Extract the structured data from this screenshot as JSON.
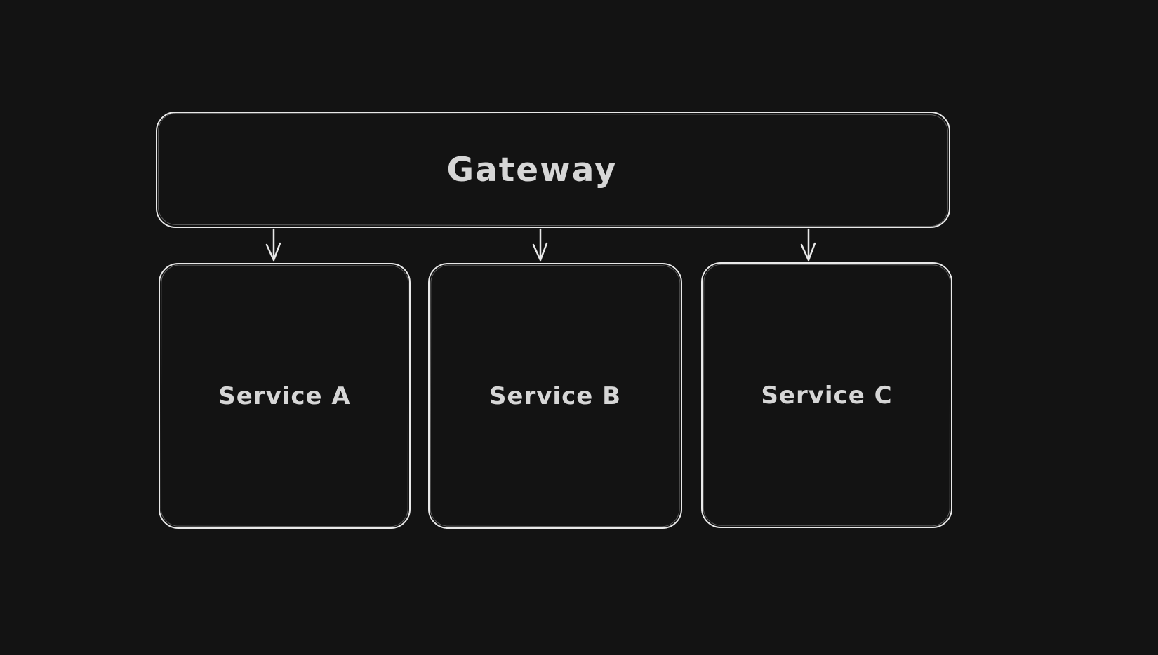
{
  "theme": {
    "canvas_bg": "#131313",
    "stroke": "#e9e9e9",
    "text": "#d6d6d6"
  },
  "diagram": {
    "type": "architecture-flowchart",
    "style": "hand-drawn-dark",
    "nodes": {
      "gateway": {
        "label": "Gateway"
      },
      "service_a": {
        "label": "Service A"
      },
      "service_b": {
        "label": "Service B"
      },
      "service_c": {
        "label": "Service C"
      }
    },
    "edges": [
      {
        "from": "Gateway",
        "to": "Service A",
        "direction": "down"
      },
      {
        "from": "Gateway",
        "to": "Service B",
        "direction": "down"
      },
      {
        "from": "Gateway",
        "to": "Service C",
        "direction": "down"
      }
    ]
  }
}
